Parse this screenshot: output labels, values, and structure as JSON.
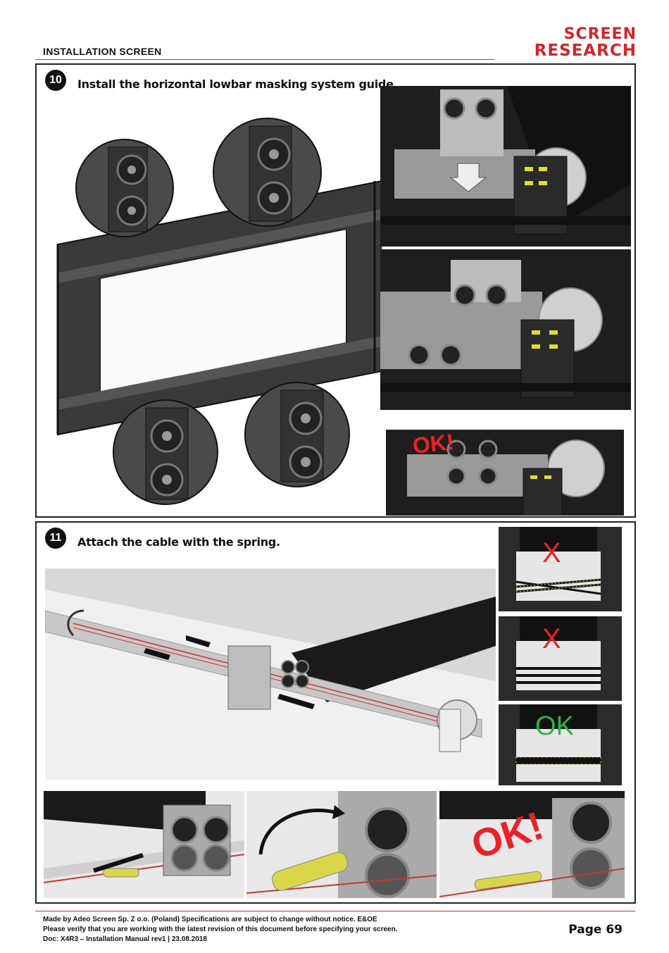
{
  "header": {
    "title": "INSTALLATION SCREEN",
    "logo_line1": "SCREEN",
    "logo_line2": "RESEARCH",
    "brand_color": "#d0262b"
  },
  "steps": [
    {
      "number": "10",
      "title": "Install the horizontal lowbar masking system guide."
    },
    {
      "number": "11",
      "title": "Attach the cable with the spring."
    }
  ],
  "annotations": {
    "ok_mark": "OK!",
    "wrong_mark": "X",
    "correct_mark": "OK",
    "ok_color": "#e8222a",
    "correct_color": "#2fb34a"
  },
  "footer": {
    "line1": "Made by Adeo Screen Sp. Z o.o. (Poland) Specifications are subject to change without notice. E&OE",
    "line2": "Please verify that you are working with the latest revision of this document before specifying your screen.",
    "line3": "Doc: X4R3 – Installation Manual rev1 | 23.08.2018",
    "page": "Page 69"
  }
}
